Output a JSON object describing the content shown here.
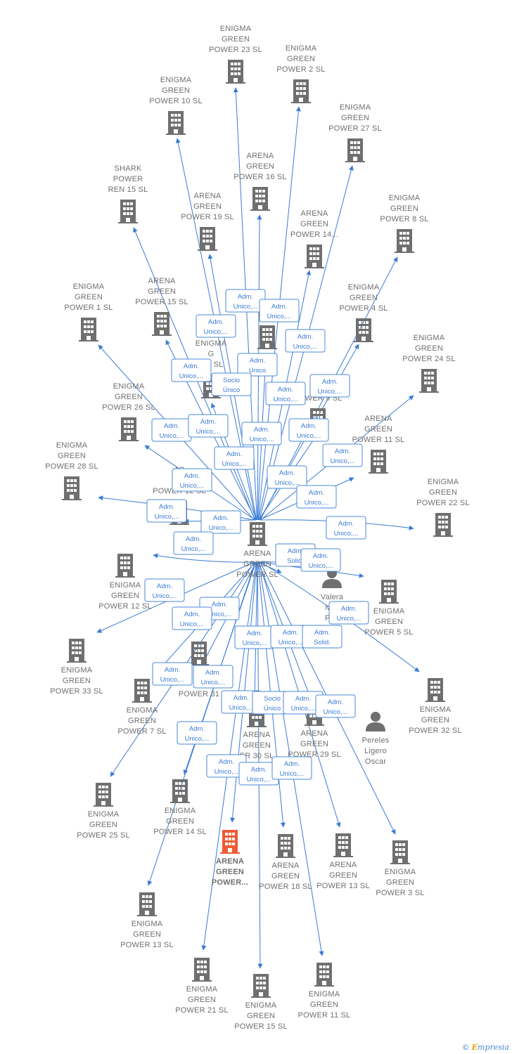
{
  "center": {
    "id": "center",
    "lines": [
      "ARENA",
      "GREEN",
      "POWER  SL"
    ],
    "kind": "company"
  },
  "colors": {
    "edge": "#3a7bd5",
    "node": "#6f6f6f",
    "highlight": "#ee5a35",
    "label_border": "#4a88d8"
  },
  "nodes": [
    {
      "id": "eg23",
      "lines": [
        "ENIGMA",
        "GREEN",
        "POWER 23  SL"
      ],
      "kind": "company"
    },
    {
      "id": "eg2",
      "lines": [
        "ENIGMA",
        "GREEN",
        "POWER 2  SL"
      ],
      "kind": "company"
    },
    {
      "id": "eg10",
      "lines": [
        "ENIGMA",
        "GREEN",
        "POWER 10  SL"
      ],
      "kind": "company"
    },
    {
      "id": "eg27",
      "lines": [
        "ENIGMA",
        "GREEN",
        "POWER 27  SL"
      ],
      "kind": "company"
    },
    {
      "id": "ag16",
      "lines": [
        "ARENA",
        "GREEN",
        "POWER 16  SL"
      ],
      "kind": "company"
    },
    {
      "id": "shark15",
      "lines": [
        "SHARK",
        "POWER",
        "REN 15  SL"
      ],
      "kind": "company"
    },
    {
      "id": "ag19",
      "lines": [
        "ARENA",
        "GREEN",
        "POWER 19  SL"
      ],
      "kind": "company"
    },
    {
      "id": "ag14",
      "lines": [
        "ARENA",
        "GREEN",
        "POWER 14..."
      ],
      "kind": "company"
    },
    {
      "id": "eg8",
      "lines": [
        "ENIGMA",
        "GREEN",
        "POWER 8  SL"
      ],
      "kind": "company"
    },
    {
      "id": "eg1",
      "lines": [
        "ENIGMA",
        "GREEN",
        "POWER 1  SL"
      ],
      "kind": "company"
    },
    {
      "id": "ag15",
      "lines": [
        "ARENA",
        "GREEN",
        "POWER 15  SL"
      ],
      "kind": "company"
    },
    {
      "id": "agX",
      "lines": [
        "",
        "NA",
        "POW"
      ],
      "kind": "company"
    },
    {
      "id": "eg4",
      "lines": [
        "ENIGMA",
        "GREEN",
        "POWER 4  SL"
      ],
      "kind": "company"
    },
    {
      "id": "eg6",
      "lines": [
        "ENIGMA",
        "G",
        "R 6  SL"
      ],
      "kind": "company"
    },
    {
      "id": "eg24",
      "lines": [
        "ENIGMA",
        "GREEN",
        "POWER 24  SL"
      ],
      "kind": "company"
    },
    {
      "id": "eg26",
      "lines": [
        "ENIGMA",
        "GREEN",
        "POWER 26  SL"
      ],
      "kind": "company"
    },
    {
      "id": "eg9",
      "lines": [
        "E",
        "G",
        "POWER 9  SL"
      ],
      "kind": "company"
    },
    {
      "id": "ag11",
      "lines": [
        "ARENA",
        "GREEN",
        "POWER 11  SL"
      ],
      "kind": "company"
    },
    {
      "id": "eg28",
      "lines": [
        "ENIGMA",
        "GREEN",
        "POWER 28  SL"
      ],
      "kind": "company"
    },
    {
      "id": "agY",
      "lines": [
        "AR",
        "GR",
        "POWER 12  SL"
      ],
      "kind": "company"
    },
    {
      "id": "eg22",
      "lines": [
        "ENIGMA",
        "GREEN",
        "POWER 22  SL"
      ],
      "kind": "company"
    },
    {
      "id": "eg12",
      "lines": [
        "ENIGMA",
        "GREEN",
        "POWER 12  SL"
      ],
      "kind": "company"
    },
    {
      "id": "valera",
      "lines": [
        "Valera",
        "Mar",
        "Pab"
      ],
      "kind": "person"
    },
    {
      "id": "eg5",
      "lines": [
        "ENIGMA",
        "GREEN",
        "POWER 5  SL"
      ],
      "kind": "company"
    },
    {
      "id": "eg33",
      "lines": [
        "ENIGMA",
        "GREEN",
        "POWER 33  SL"
      ],
      "kind": "company"
    },
    {
      "id": "eg31",
      "lines": [
        "",
        "",
        "POWER 31"
      ],
      "kind": "company"
    },
    {
      "id": "eg7",
      "lines": [
        "ENIGMA",
        "GREEN",
        "POWER 7  SL"
      ],
      "kind": "company"
    },
    {
      "id": "eg32",
      "lines": [
        "ENIGMA",
        "GREEN",
        "POWER 32  SL"
      ],
      "kind": "company"
    },
    {
      "id": "pereles",
      "lines": [
        "Pereles",
        "Ligero",
        "Oscar"
      ],
      "kind": "person"
    },
    {
      "id": "ag30",
      "lines": [
        "ARENA",
        "GREEN",
        "ER 30  SL"
      ],
      "kind": "company"
    },
    {
      "id": "ag29",
      "lines": [
        "ARENA",
        "GREEN",
        "POWER 29  SL"
      ],
      "kind": "company"
    },
    {
      "id": "eg25",
      "lines": [
        "ENIGMA",
        "GREEN",
        "POWER 25  SL"
      ],
      "kind": "company"
    },
    {
      "id": "eg14",
      "lines": [
        "ENIGMA",
        "GREEN",
        "POWER 14  SL"
      ],
      "kind": "company"
    },
    {
      "id": "agpw",
      "lines": [
        "ARENA",
        "GREEN",
        "POWER..."
      ],
      "kind": "company",
      "highlight": true
    },
    {
      "id": "ag18",
      "lines": [
        "ARENA",
        "GREEN",
        "POWER 18  SL"
      ],
      "kind": "company"
    },
    {
      "id": "ag13",
      "lines": [
        "ARENA",
        "GREEN",
        "POWER 13  SL"
      ],
      "kind": "company"
    },
    {
      "id": "eg3",
      "lines": [
        "ENIGMA",
        "GREEN",
        "POWER 3  SL"
      ],
      "kind": "company"
    },
    {
      "id": "eg13",
      "lines": [
        "ENIGMA",
        "GREEN",
        "POWER 13  SL"
      ],
      "kind": "company"
    },
    {
      "id": "eg21",
      "lines": [
        "ENIGMA",
        "GREEN",
        "POWER 21  SL"
      ],
      "kind": "company"
    },
    {
      "id": "eg15",
      "lines": [
        "ENIGMA",
        "GREEN",
        "POWER 15  SL"
      ],
      "kind": "company"
    },
    {
      "id": "eg11",
      "lines": [
        "ENIGMA",
        "GREEN",
        "POWER 11  SL"
      ],
      "kind": "company"
    }
  ],
  "edge_labels": [
    {
      "id": "l1",
      "lines": [
        "Adm.",
        "Unico,..."
      ]
    },
    {
      "id": "l2",
      "lines": [
        "Adm.",
        "Unico,..."
      ]
    },
    {
      "id": "l3",
      "lines": [
        "Adm.",
        "Unico,..."
      ]
    },
    {
      "id": "l4",
      "lines": [
        "Adm.",
        "Unico,..."
      ]
    },
    {
      "id": "l5",
      "lines": [
        "Adm.",
        "Unico,..."
      ]
    },
    {
      "id": "l6",
      "lines": [
        "Adm.",
        "Unico"
      ]
    },
    {
      "id": "l7",
      "lines": [
        "Socio",
        "Único"
      ]
    },
    {
      "id": "l8",
      "lines": [
        "Adm.",
        "Unico,..."
      ]
    },
    {
      "id": "l9",
      "lines": [
        "Adm.",
        "Unico,..."
      ]
    },
    {
      "id": "l10",
      "lines": [
        "Adm.",
        "Unico,..."
      ]
    },
    {
      "id": "l11",
      "lines": [
        "Adm.",
        "Unico,..."
      ]
    },
    {
      "id": "l12",
      "lines": [
        "Adm.",
        "Unico,..."
      ]
    },
    {
      "id": "l13",
      "lines": [
        "Adm.",
        "Unico,..."
      ]
    },
    {
      "id": "l14",
      "lines": [
        "Adm.",
        "Unico,..."
      ]
    },
    {
      "id": "l15",
      "lines": [
        "Adm.",
        "Unico,..."
      ]
    },
    {
      "id": "l16",
      "lines": [
        "Adm.",
        "Unico,..."
      ]
    },
    {
      "id": "l17",
      "lines": [
        "Adm.",
        "Unico,..."
      ]
    },
    {
      "id": "l18",
      "lines": [
        "Adm.",
        "Unico,..."
      ]
    },
    {
      "id": "l19",
      "lines": [
        "Adm.",
        "Unico,..."
      ]
    },
    {
      "id": "l20",
      "lines": [
        "Adm.",
        "Unico,..."
      ]
    },
    {
      "id": "l21",
      "lines": [
        "Adm.",
        "Unico,..."
      ]
    },
    {
      "id": "l22",
      "lines": [
        "Adm.",
        "Unico,..."
      ]
    },
    {
      "id": "l23",
      "lines": [
        "Adm.",
        "Solid."
      ]
    },
    {
      "id": "l24",
      "lines": [
        "Adm.",
        "Unico,..."
      ]
    },
    {
      "id": "l25",
      "lines": [
        "Adm.",
        "Unico,..."
      ]
    },
    {
      "id": "l26",
      "lines": [
        "Adm.",
        "Unico,..."
      ]
    },
    {
      "id": "l27",
      "lines": [
        "Adm.",
        "Unico,..."
      ]
    },
    {
      "id": "l28",
      "lines": [
        "Adm.",
        "Unico,..."
      ]
    },
    {
      "id": "l29",
      "lines": [
        "Adm.",
        "Unico,..."
      ]
    },
    {
      "id": "l30",
      "lines": [
        "Adm.",
        "Unico,..."
      ]
    },
    {
      "id": "l31",
      "lines": [
        "Adm.",
        "Solid."
      ]
    },
    {
      "id": "l32",
      "lines": [
        "Adm.",
        "Unico,..."
      ]
    },
    {
      "id": "l33",
      "lines": [
        "Adm.",
        "Unico,..."
      ]
    },
    {
      "id": "l34",
      "lines": [
        "Adm.",
        "Unico,..."
      ]
    },
    {
      "id": "l35",
      "lines": [
        "Socio",
        "Único"
      ]
    },
    {
      "id": "l36",
      "lines": [
        "Adm.",
        "Unico,..."
      ]
    },
    {
      "id": "l37",
      "lines": [
        "Adm.",
        "Unico,..."
      ]
    },
    {
      "id": "l38",
      "lines": [
        "Adm.",
        "Unico,..."
      ]
    },
    {
      "id": "l39",
      "lines": [
        "Adm.",
        "Unico,..."
      ]
    },
    {
      "id": "l40",
      "lines": [
        "Adm.",
        "Unico,..."
      ]
    },
    {
      "id": "l41",
      "lines": [
        "Adm.",
        "Unico,..."
      ]
    }
  ],
  "footer": {
    "copyright": "©",
    "brand_first": "E",
    "brand_rest": "mpresia"
  }
}
